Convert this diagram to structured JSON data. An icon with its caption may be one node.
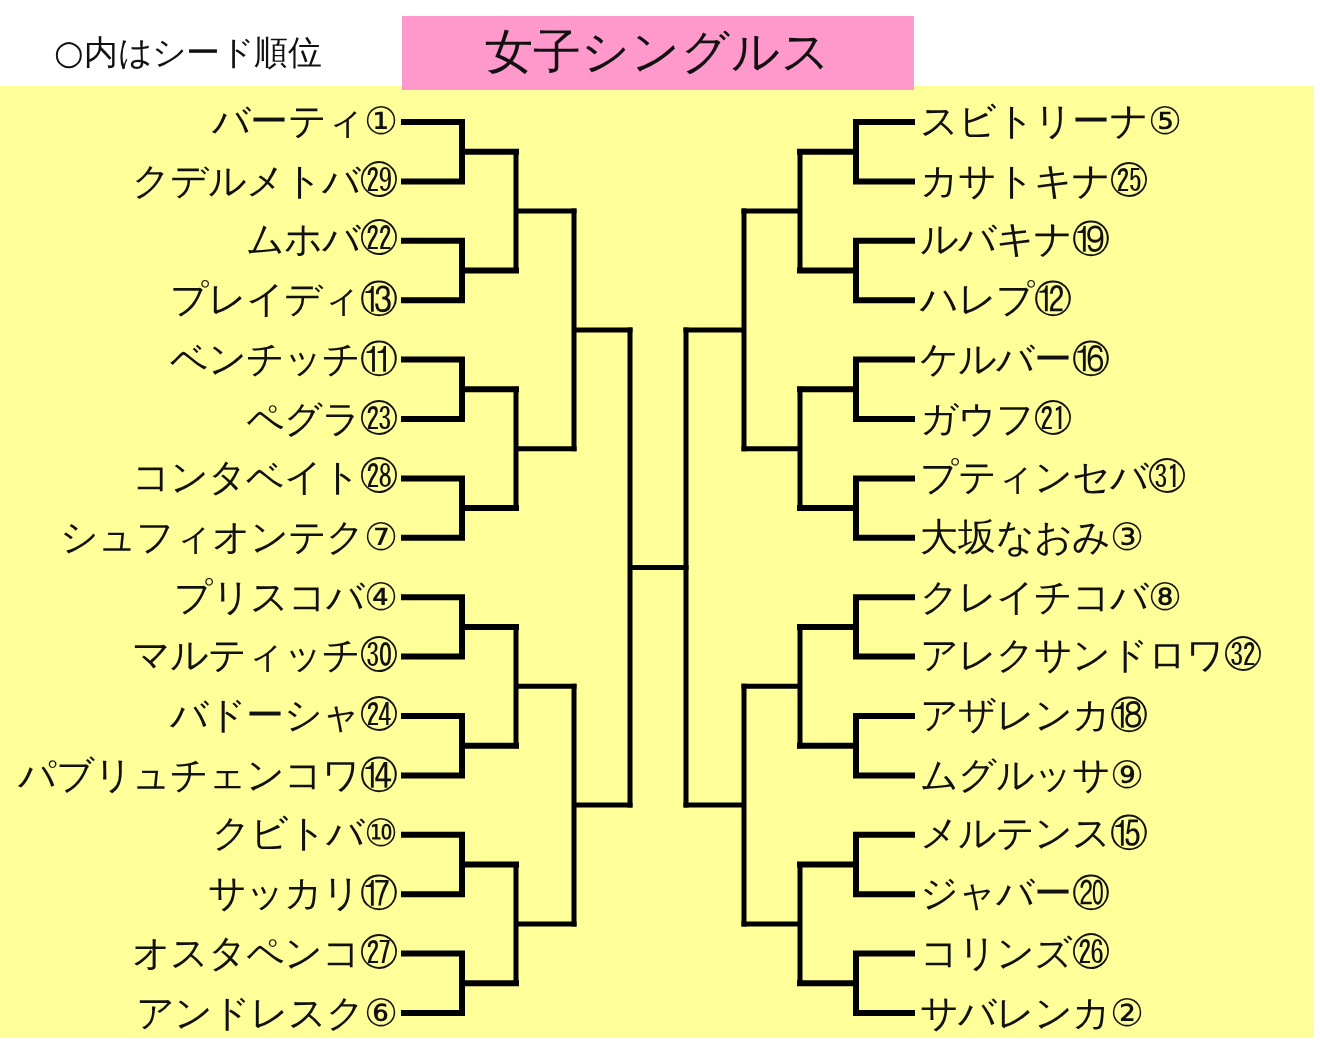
{
  "diagram": {
    "title": "女子シングルス",
    "labels": [
      "○内はシード順位",
      "バーティ①",
      "クデルメトバ㉙",
      "ムホバ㉒",
      "プレイディ⑬",
      "ベンチッチ⑪",
      "ペグラ㉓",
      "コンタベイト㉘",
      "シュフィオンテク⑦",
      "プリスコバ④",
      "マルティッチ㉚",
      "バドーシャ㉔",
      "パブリュチェンコワ⑭",
      "クビトバ⑩",
      "サッカリ⑰",
      "オスタペンコ㉗",
      "アンドレスク⑥",
      "スビトリーナ⑤",
      "カサトキナ㉕",
      "ルバキナ⑲",
      "ハレプ⑫",
      "ケルバー⑯",
      "ガウフ㉑",
      "プティンセバ㉛",
      "大坂なおみ③",
      "クレイチコバ⑧",
      "アレクサンドロワ㉜",
      "アザレンカ⑱",
      "ムグルッサ⑨",
      "メルテンス⑮",
      "ジャバー⑳",
      "コリンズ㉖",
      "サバレンカ②"
    ]
  }
}
